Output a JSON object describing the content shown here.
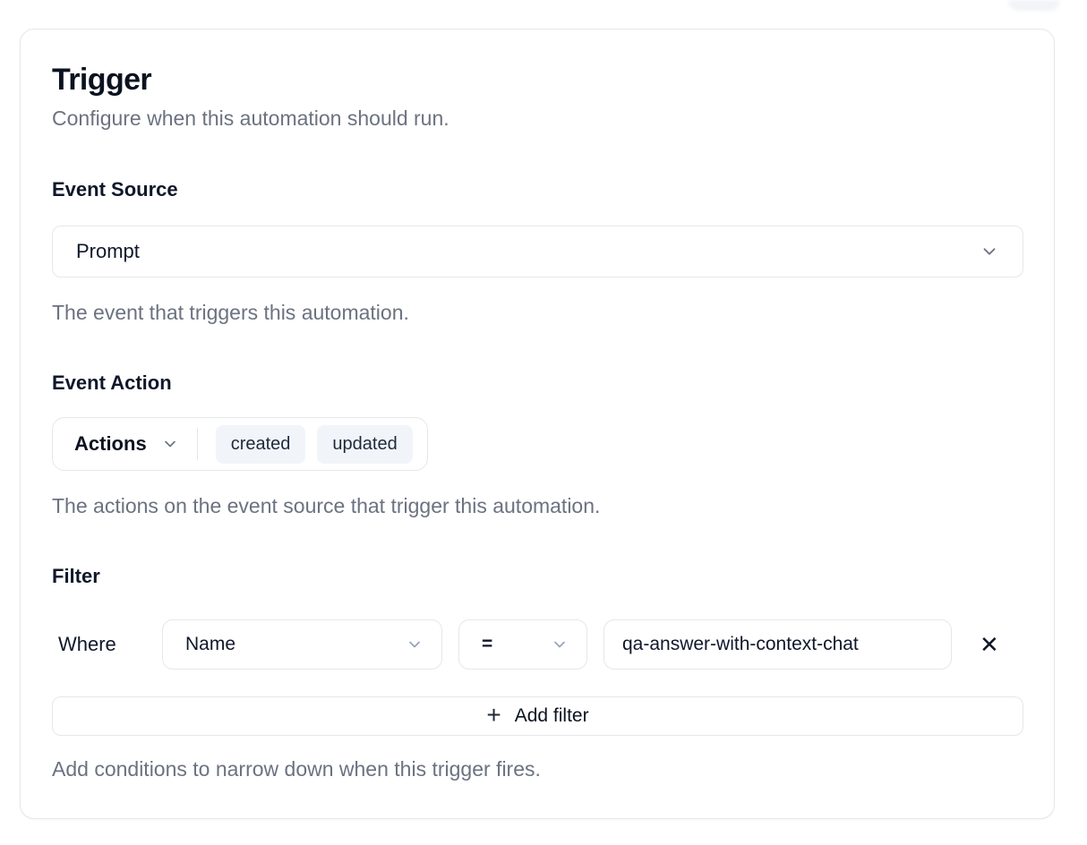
{
  "card": {
    "title": "Trigger",
    "subtitle": "Configure when this automation should run.",
    "event_source": {
      "label": "Event Source",
      "selected": "Prompt",
      "helper": "The event that triggers this automation."
    },
    "event_action": {
      "label": "Event Action",
      "dropdown_label": "Actions",
      "chips": [
        "created",
        "updated"
      ],
      "helper": "The actions on the event source that trigger this automation."
    },
    "filter": {
      "label": "Filter",
      "where_label": "Where",
      "field_selected": "Name",
      "operator_selected": "=",
      "value": "qa-answer-with-context-chat",
      "remove_glyph": "✕",
      "add_icon_glyph": "+",
      "add_label": "Add filter",
      "helper": "Add conditions to narrow down when this trigger fires."
    }
  },
  "colors": {
    "text_primary": "#0f172a",
    "text_muted": "#6b7280",
    "border": "#e5e7eb",
    "chip_bg": "#f1f5f9",
    "chevron": "#6b7280",
    "card_bg": "#ffffff"
  }
}
